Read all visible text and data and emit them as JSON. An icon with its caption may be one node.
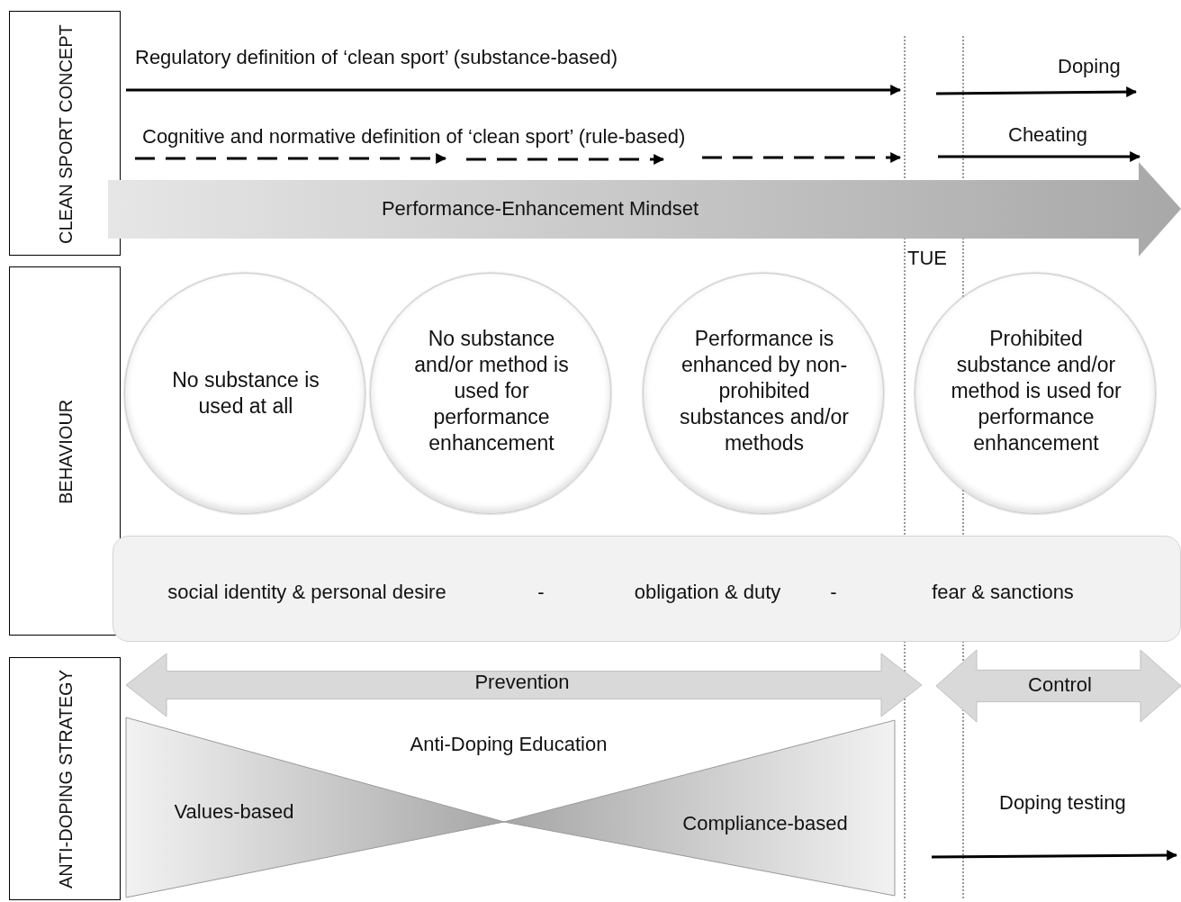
{
  "diagram": {
    "nodes": [
      {
        "text": [
          "CLEAN SPORT CONCEPT"
        ]
      },
      {
        "text": [
          "BEHAVIOUR"
        ]
      },
      {
        "text": [
          "ANTI-DOPING STRATEGY"
        ]
      },
      {
        "text": [
          "No substance is used at all"
        ]
      },
      {
        "text": [
          "No substance and/or method is used for performance enhancement"
        ]
      },
      {
        "text": [
          "Performance is enhanced by non-prohibited substances and/or methods"
        ]
      },
      {
        "text": [
          "Prohibited substance and/or method is used for performance enhancement"
        ]
      },
      {
        "text": [
          "social identity & personal desire",
          "-",
          "obligation & duty",
          "-",
          "fear & sanctions"
        ]
      },
      {
        "text": [
          "Performance-Enhancement Mindset"
        ]
      },
      {
        "text": [
          "Prevention"
        ]
      },
      {
        "text": [
          "Control"
        ]
      },
      {
        "text": [
          "Anti-Doping Education",
          "Values-based",
          "Compliance-based"
        ]
      }
    ],
    "labels": [
      "Regulatory definition of ‘clean sport’ (substance-based)",
      "Doping",
      "Cognitive and normative definition of ‘clean sport’ (rule-based)",
      "Cheating",
      "TUE",
      "Doping testing"
    ]
  }
}
